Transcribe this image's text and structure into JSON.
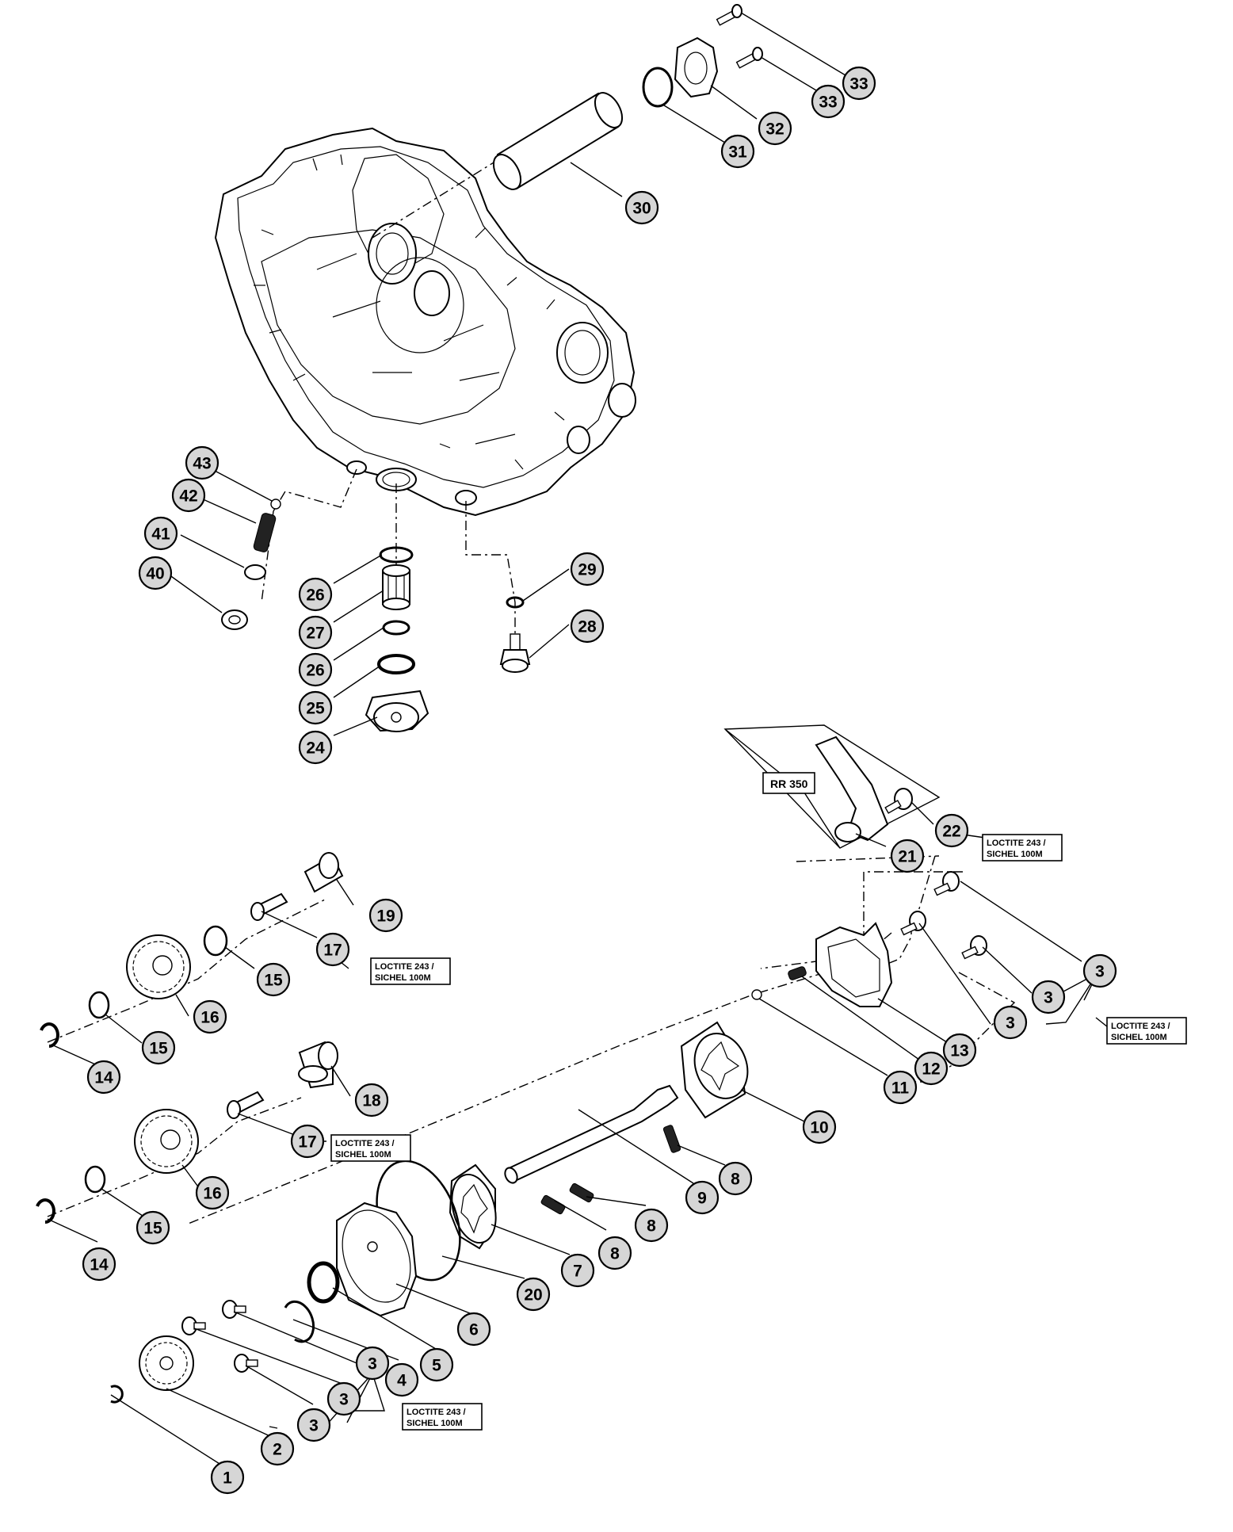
{
  "variant_label": "RR 350",
  "notes": [
    {
      "line1": "LOCTITE 243 /",
      "line2": "SICHEL 100M"
    },
    {
      "line1": "LOCTITE 243 /",
      "line2": "SICHEL 100M"
    },
    {
      "line1": "LOCTITE 243 /",
      "line2": "SICHEL 100M"
    },
    {
      "line1": "LOCTITE 243 /",
      "line2": "SICHEL 100M"
    },
    {
      "line1": "LOCTITE 243 /",
      "line2": "SICHEL 100M"
    }
  ],
  "callouts": [
    "33",
    "33",
    "32",
    "31",
    "30",
    "43",
    "42",
    "41",
    "40",
    "26",
    "27",
    "26",
    "25",
    "24",
    "29",
    "28",
    "22",
    "21",
    "19",
    "17",
    "15",
    "16",
    "15",
    "14",
    "18",
    "17",
    "16",
    "15",
    "14",
    "3",
    "3",
    "3",
    "13",
    "12",
    "11",
    "10",
    "8",
    "9",
    "8",
    "8",
    "7",
    "20",
    "6",
    "5",
    "4",
    "3",
    "3",
    "3",
    "2",
    "1"
  ]
}
